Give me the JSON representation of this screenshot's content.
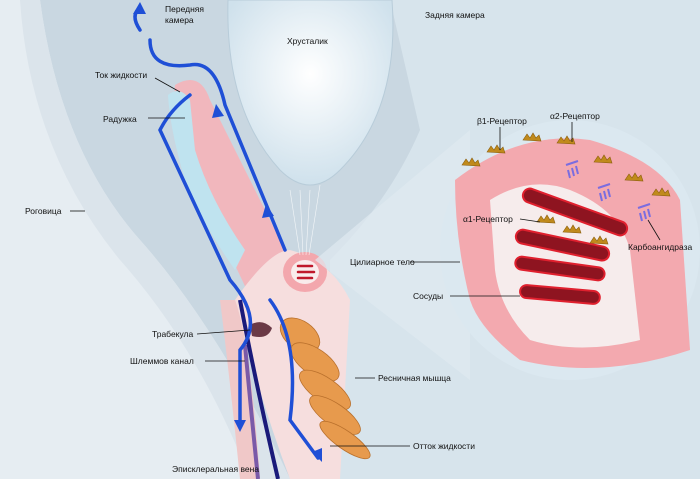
{
  "labels": {
    "anterior_chamber": [
      "Передняя",
      "камера"
    ],
    "posterior_chamber": "Задняя камера",
    "lens": "Хрусталик",
    "fluid_flow": "Ток жидкости",
    "iris": "Радужка",
    "cornea": "Роговица",
    "beta1_receptor": "β1-Рецептор",
    "alpha2_receptor": "α2-Рецептор",
    "alpha1_receptor": "α1-Рецептор",
    "carbonic_anhydrase": "Карбоангидраза",
    "ciliary_body": "Цилиарное тело",
    "vessels": "Сосуды",
    "trabecula": "Трабекула",
    "schlemm_canal": "Шлеммов канал",
    "ciliary_muscle": "Ресничная мышца",
    "fluid_outflow": "Отток жидкости",
    "episcleral_vein": "Эписклеральная вена"
  },
  "colors": {
    "background": "#c9d7e1",
    "flow_arrow": "#1f4fd6",
    "tissue_pink": "#f2a9ae",
    "vessel": "#8e1420",
    "receptor": "#c08a1c",
    "enzyme": "#7a6de0"
  }
}
